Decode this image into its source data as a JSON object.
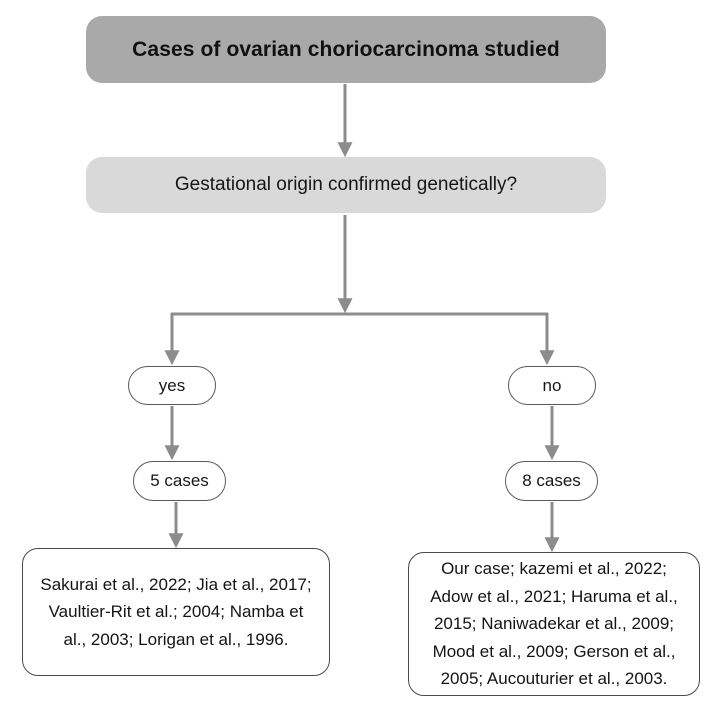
{
  "diagram": {
    "type": "flowchart",
    "title_node": {
      "label": "Cases of ovarian choriocarcinoma studied",
      "fill": "#a9a9a9"
    },
    "decision_node": {
      "label": "Gestational origin confirmed genetically?",
      "fill": "#d9d9d9"
    },
    "branches": {
      "left": {
        "answer": "yes",
        "count": "5 cases",
        "citations": "Sakurai et al., 2022; Jia et al., 2017; Vaultier-Rit et al.; 2004; Namba et al., 2003; Lorigan et al., 1996."
      },
      "right": {
        "answer": "no",
        "count": "8 cases",
        "citations": "Our case; kazemi et al., 2022; Adow et al., 2021; Haruma et al., 2015; Naniwadekar et al., 2009; Mood et al., 2009; Gerson et al., 2005; Aucouturier et al., 2003."
      }
    },
    "connector_color": "#8c8c8c",
    "node_border_color": "#4a4a4a"
  }
}
